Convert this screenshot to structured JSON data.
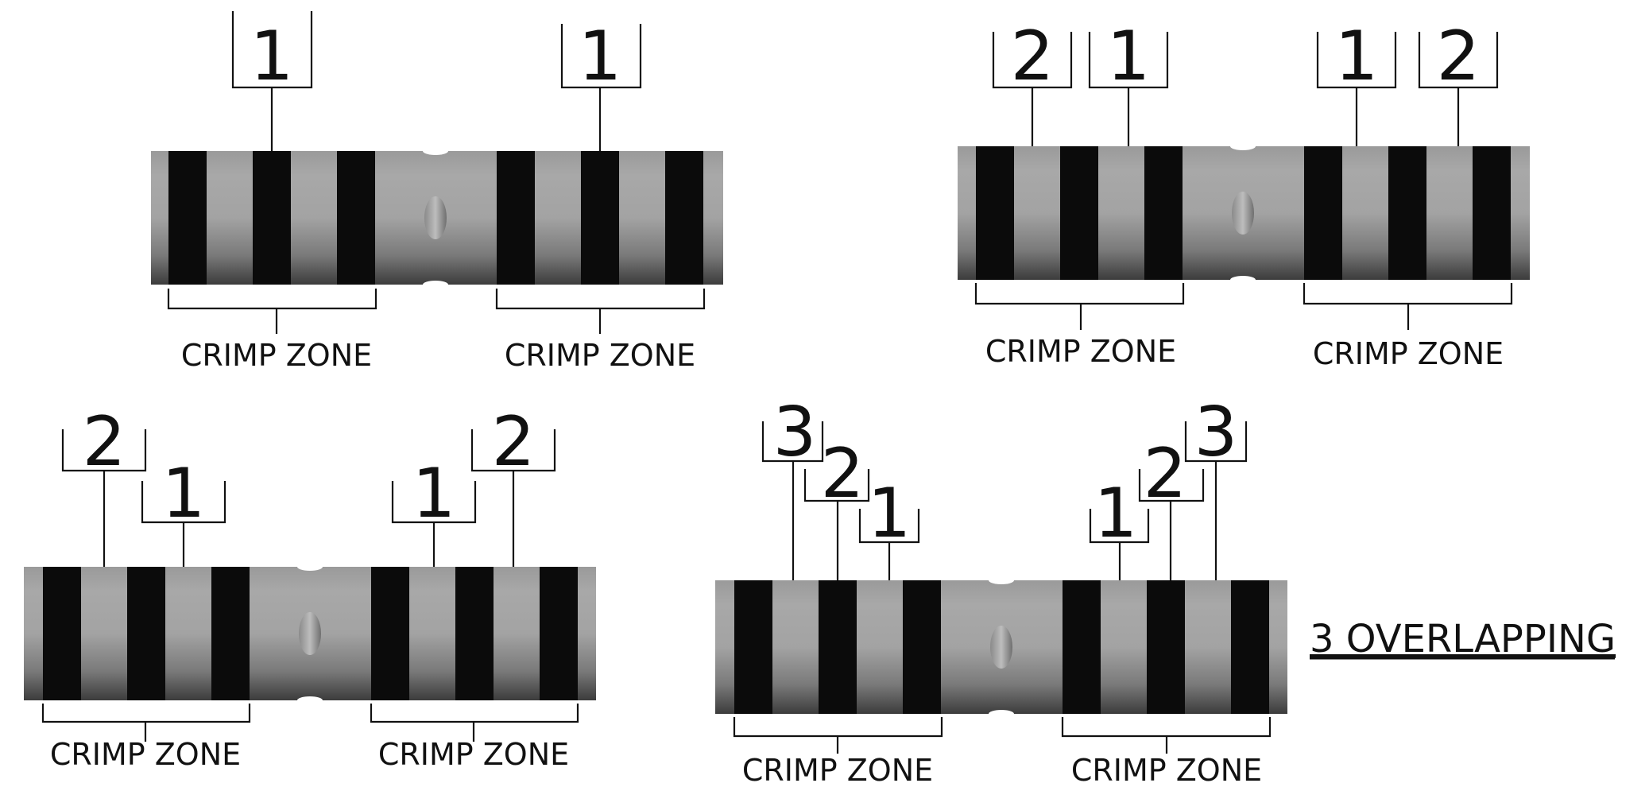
{
  "diagrams": [
    {
      "name": "top-left",
      "zone_labels": [
        "CRIMP ZONE",
        "CRIMP ZONE"
      ],
      "markers": [
        {
          "label": "1"
        },
        {
          "label": "1"
        }
      ]
    },
    {
      "name": "top-right",
      "zone_labels": [
        "CRIMP ZONE",
        "CRIMP ZONE"
      ],
      "markers": [
        {
          "label": "2"
        },
        {
          "label": "1"
        },
        {
          "label": "1"
        },
        {
          "label": "2"
        }
      ]
    },
    {
      "name": "bottom-left",
      "zone_labels": [
        "CRIMP ZONE",
        "CRIMP ZONE"
      ],
      "markers": [
        {
          "label": "2"
        },
        {
          "label": "1"
        },
        {
          "label": "1"
        },
        {
          "label": "2"
        }
      ]
    },
    {
      "name": "bottom-right",
      "zone_labels": [
        "CRIMP ZONE",
        "CRIMP ZONE"
      ],
      "markers": [
        {
          "label": "3"
        },
        {
          "label": "2"
        },
        {
          "label": "1"
        },
        {
          "label": "1"
        },
        {
          "label": "2"
        },
        {
          "label": "3"
        }
      ]
    }
  ],
  "caption": "3 OVERLAPPING",
  "colors": {
    "band": "#0b0b0b",
    "tube_light": "#b3b3b3",
    "tube_dark": "#3a3a3a",
    "line": "#111111"
  }
}
